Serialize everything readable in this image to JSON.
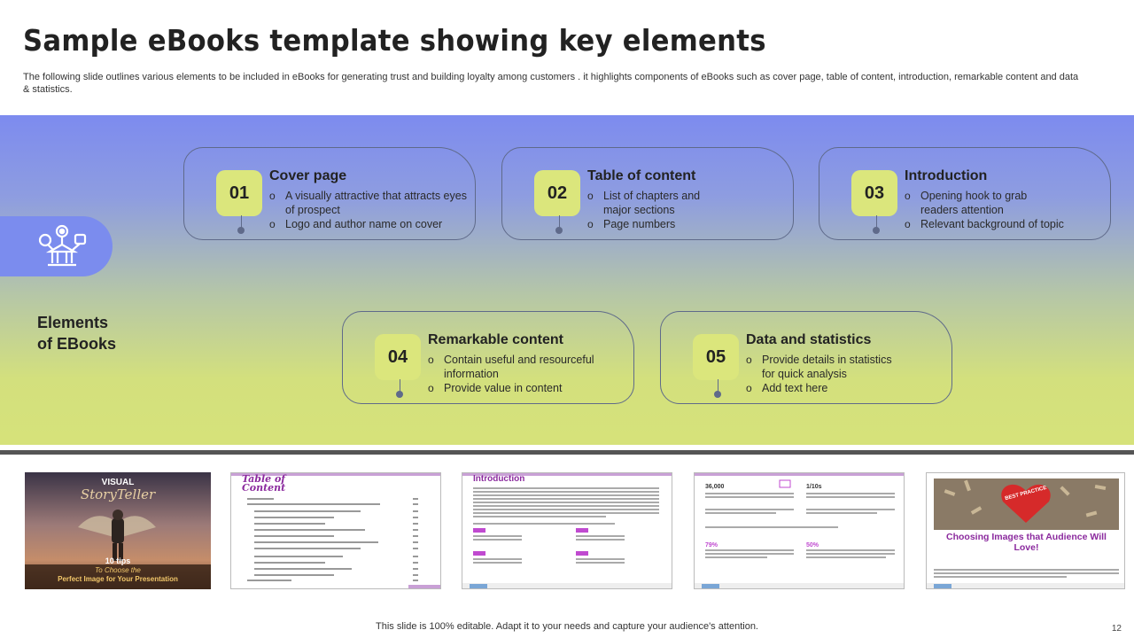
{
  "header": {
    "title": "Sample eBooks template showing key elements",
    "subtitle": "The following slide outlines various elements to be included in eBooks for generating trust and building loyalty among customers . it highlights components of eBooks such as cover page, table of content, introduction, remarkable content and data & statistics."
  },
  "side": {
    "label_line1": "Elements",
    "label_line2": "of EBooks",
    "icon": "ebook-elements-icon"
  },
  "cards": [
    {
      "num": "01",
      "title": "Cover page",
      "bullets": [
        "A visually attractive that attracts eyes of prospect",
        "Logo and author name on cover"
      ]
    },
    {
      "num": "02",
      "title": "Table of content",
      "bullets": [
        "List of chapters and major sections",
        "Page numbers"
      ]
    },
    {
      "num": "03",
      "title": "Introduction",
      "bullets": [
        "Opening hook to grab readers attention",
        "Relevant  background of topic"
      ]
    },
    {
      "num": "04",
      "title": "Remarkable content",
      "bullets": [
        "Contain useful and resourceful information",
        "Provide value  in content"
      ]
    },
    {
      "num": "05",
      "title": "Data and statistics",
      "bullets": [
        "Provide  details in statistics for quick analysis",
        "Add text here"
      ]
    }
  ],
  "thumbnails": {
    "t1": {
      "line1": "VISUAL",
      "line2": "StoryTeller",
      "line3": "10 tips",
      "line4": "To Choose the",
      "line5": "Perfect Image for Your Presentation"
    },
    "t2": {
      "heading": "Table of Content"
    },
    "t3": {
      "heading": "Introduction"
    },
    "t4": {
      "stat1": "36,000",
      "stat2": "1/10s",
      "stat3": "79%",
      "stat4": "50%"
    },
    "t5": {
      "badge": "BEST PRACTICE",
      "heading": "Choosing Images that Audience Will Love!"
    }
  },
  "footer": {
    "note": "This slide is 100% editable. Adapt it to your needs and capture your audience's attention.",
    "page": "12"
  },
  "colors": {
    "accent_blue": "#7b8cee",
    "accent_lime": "#dbe67c",
    "card_border": "#5f6a8a"
  }
}
